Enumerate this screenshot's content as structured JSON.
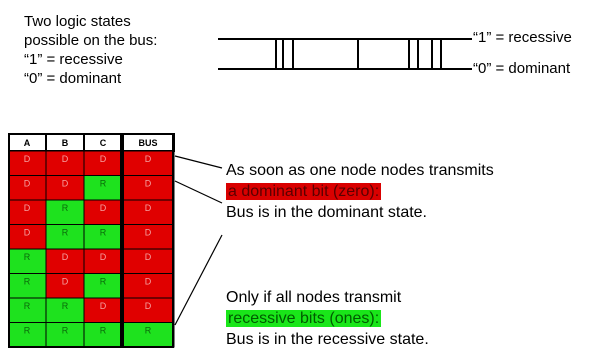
{
  "intro": {
    "lines": [
      "Two logic states",
      "possible on the bus:",
      "“1” = recessive",
      "“0” = dominant"
    ]
  },
  "bus_states": {
    "recessive": "“1” = recessive",
    "dominant": "“0” = dominant"
  },
  "table": {
    "headers": [
      "A",
      "B",
      "C",
      "BUS"
    ],
    "rows": [
      [
        "D",
        "D",
        "D",
        "D"
      ],
      [
        "D",
        "D",
        "R",
        "D"
      ],
      [
        "D",
        "R",
        "D",
        "D"
      ],
      [
        "D",
        "R",
        "R",
        "D"
      ],
      [
        "R",
        "D",
        "D",
        "D"
      ],
      [
        "R",
        "D",
        "R",
        "D"
      ],
      [
        "R",
        "R",
        "D",
        "D"
      ],
      [
        "R",
        "R",
        "R",
        "R"
      ]
    ],
    "colors": {
      "D": "#e00000",
      "R": "#1ee21e",
      "D_text": "#f5a0a0",
      "R_text": "#0a6a0a"
    }
  },
  "note_dominant": {
    "line1": "As soon as one node nodes transmits",
    "highlight": "a dominant bit (zero):",
    "line3": "Bus is in the dominant state."
  },
  "note_recessive": {
    "line1": "Only if all nodes transmit",
    "highlight": "recessive bits (ones):",
    "line3": "Bus is in the recessive state."
  }
}
